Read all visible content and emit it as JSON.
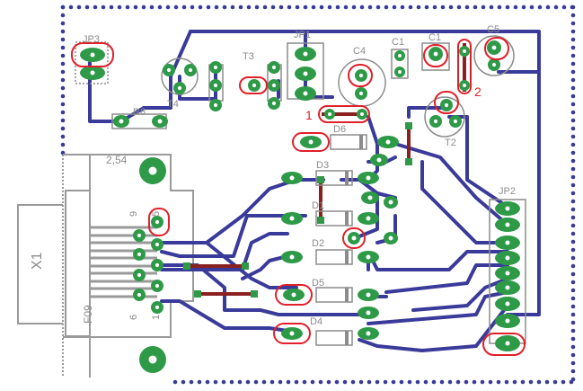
{
  "colors": {
    "background": "#ffffff",
    "trace": "#3a3a9a",
    "border_dots": "#3a3a9a",
    "bottom_wire": "#8b2020",
    "pad": "#2e9a48",
    "pad_hole": "#ffffff",
    "highlight": "#e0202a",
    "silkscreen": "#8c8c8c",
    "dark_label": "#222222"
  },
  "labels": {
    "jp3": "JP3",
    "jp1": "JP1",
    "jp2": "JP2",
    "t3": "T3",
    "t4": "T4",
    "t2": "T2",
    "r8": "R8",
    "c1a": "C1",
    "c1b": "C1",
    "c4": "C4",
    "c5": "C5",
    "d1": "D1",
    "d2": "D2",
    "d3": "D3",
    "d4": "D4",
    "d5": "D5",
    "d6": "D6",
    "x1": "X1",
    "f09": "F09",
    "grid": "2,54",
    "pin9": "9",
    "pin5": "5",
    "pin6": "6",
    "pin1": "1"
  },
  "annotations": {
    "marker1": "1",
    "marker2": "2"
  }
}
